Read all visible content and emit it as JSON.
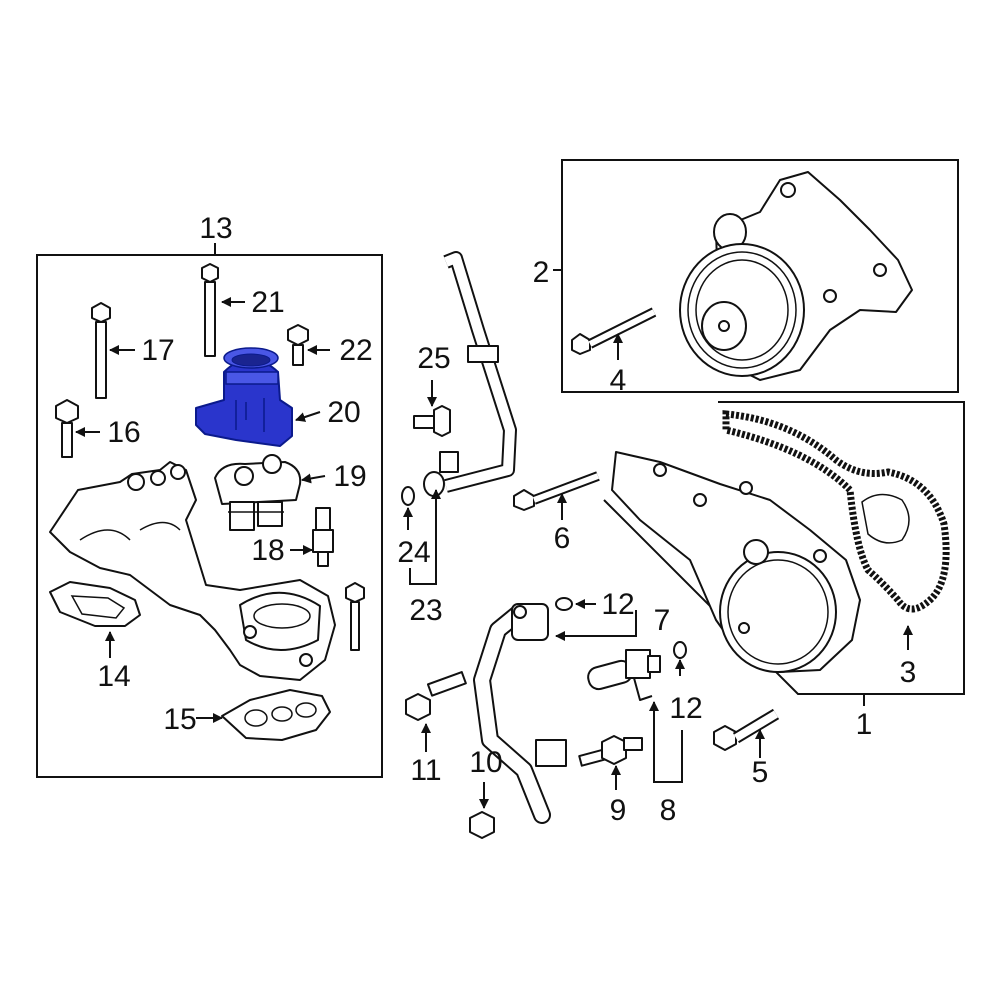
{
  "labels": {
    "l1": "1",
    "l2": "2",
    "l3": "3",
    "l4": "4",
    "l5": "5",
    "l6": "6",
    "l7": "7",
    "l8": "8",
    "l9": "9",
    "l10": "10",
    "l11": "11",
    "l12a": "12",
    "l12b": "12",
    "l13": "13",
    "l14": "14",
    "l15": "15",
    "l16": "16",
    "l17": "17",
    "l18": "18",
    "l19": "19",
    "l20": "20",
    "l21": "21",
    "l22": "22",
    "l23": "23",
    "l24": "24",
    "l25": "25"
  },
  "colors": {
    "highlight": "#2a35cc",
    "line": "#111111"
  }
}
